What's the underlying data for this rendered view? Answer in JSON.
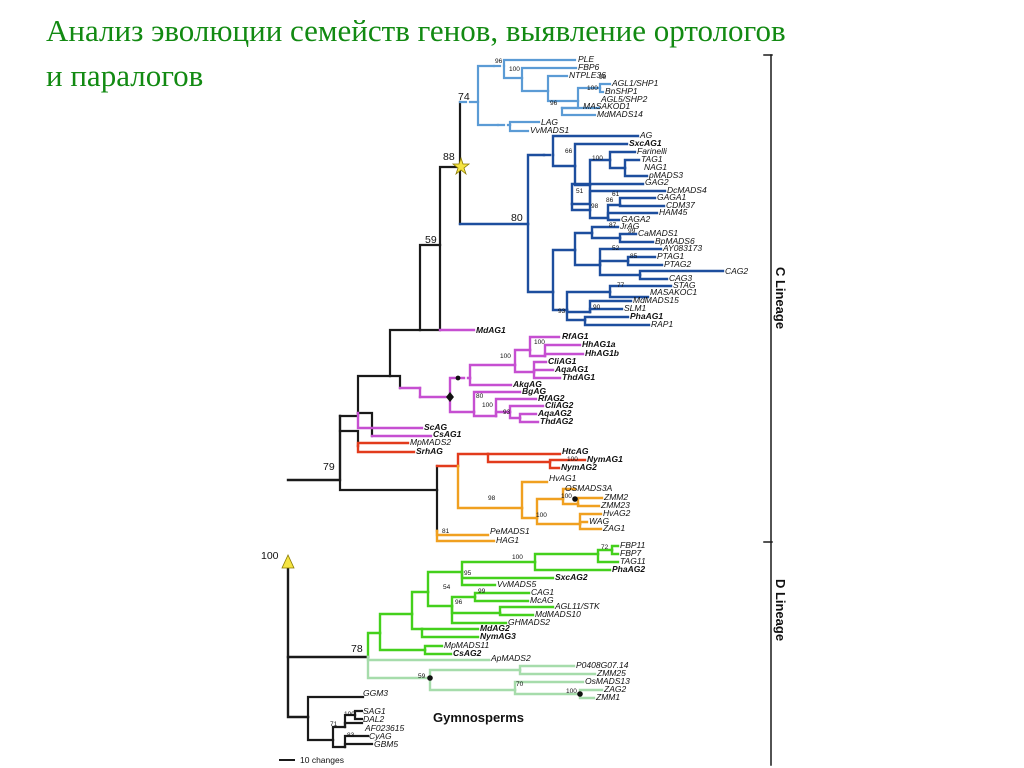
{
  "title": "Анализ эволюции семейств генов, выявление ортологов и паралогов",
  "lineages": {
    "c": "C Lineage",
    "d": "D Lineage"
  },
  "group_label": "Gymnosperms",
  "scale_label": "10 changes",
  "colors": {
    "black": "#1a1a1a",
    "lightblue": "#5b9bd5",
    "darkblue": "#1d4e9e",
    "magenta": "#c64fd1",
    "red": "#e23b1c",
    "orange": "#f0a020",
    "green": "#44d01c",
    "palegreen": "#a6dcab",
    "star": "#f5e442",
    "triangle": "#f5e442"
  },
  "nodes": {
    "n74": "74",
    "n88": "88",
    "n59": "59",
    "n80": "80",
    "n79": "79",
    "n100": "100",
    "n78": "78"
  },
  "supports": [
    "96",
    "100",
    "99",
    "100",
    "96",
    "66",
    "100",
    "51",
    "61",
    "86",
    "98",
    "87",
    "99",
    "52",
    "85",
    "77",
    "90",
    "93",
    "100",
    "100",
    "80",
    "100",
    "93",
    "100",
    "98",
    "100",
    "100",
    "81",
    "72",
    "100",
    "95",
    "54",
    "99",
    "96",
    "59",
    "70",
    "100",
    "100",
    "71",
    "83"
  ],
  "leaves": [
    {
      "id": "ple",
      "t": "PLE",
      "b": false
    },
    {
      "id": "fbp6",
      "t": "FBP6",
      "b": false
    },
    {
      "id": "ntple36",
      "t": "NTPLE36",
      "b": false
    },
    {
      "id": "agl1",
      "t": "AGL1/SHP1",
      "b": false
    },
    {
      "id": "bnshp1",
      "t": "BnSHP1",
      "b": false
    },
    {
      "id": "agl5",
      "t": "AGL5/SHP2",
      "b": false
    },
    {
      "id": "masakod1",
      "t": "MASAKOD1",
      "b": false
    },
    {
      "id": "mdmads14",
      "t": "MdMADS14",
      "b": false
    },
    {
      "id": "lag",
      "t": "LAG",
      "b": false
    },
    {
      "id": "vvmads1",
      "t": "VvMADS1",
      "b": false
    },
    {
      "id": "ag",
      "t": "AG",
      "b": false
    },
    {
      "id": "sxcag1",
      "t": "SxcAG1",
      "b": true
    },
    {
      "id": "farinelli",
      "t": "Farinelli",
      "b": false
    },
    {
      "id": "tag1",
      "t": "TAG1",
      "b": false
    },
    {
      "id": "nag1",
      "t": "NAG1",
      "b": false
    },
    {
      "id": "pmads3",
      "t": "pMADS3",
      "b": false
    },
    {
      "id": "gag2",
      "t": "GAG2",
      "b": false
    },
    {
      "id": "domads4",
      "t": "DcMADS4",
      "b": false
    },
    {
      "id": "gaga1",
      "t": "GAGA1",
      "b": false
    },
    {
      "id": "cdm37",
      "t": "CDM37",
      "b": false
    },
    {
      "id": "ham45",
      "t": "HAM45",
      "b": false
    },
    {
      "id": "gaga2",
      "t": "GAGA2",
      "b": false
    },
    {
      "id": "jrag",
      "t": "JrAG",
      "b": false
    },
    {
      "id": "camads1",
      "t": "CaMADS1",
      "b": false
    },
    {
      "id": "bpmads6",
      "t": "BpMADS6",
      "b": false
    },
    {
      "id": "ay083173",
      "t": "AY083173",
      "b": false
    },
    {
      "id": "ptag1",
      "t": "PTAG1",
      "b": false
    },
    {
      "id": "ptag2",
      "t": "PTAG2",
      "b": false
    },
    {
      "id": "cag2",
      "t": "CAG2",
      "b": false
    },
    {
      "id": "cag3",
      "t": "CAG3",
      "b": false
    },
    {
      "id": "stag",
      "t": "STAG",
      "b": false
    },
    {
      "id": "masakoc1",
      "t": "MASAKOC1",
      "b": false
    },
    {
      "id": "mdmads15",
      "t": "MdMADS15",
      "b": false
    },
    {
      "id": "slm1",
      "t": "SLM1",
      "b": false
    },
    {
      "id": "phaag1",
      "t": "PhaAG1",
      "b": true
    },
    {
      "id": "rap1",
      "t": "RAP1",
      "b": false
    },
    {
      "id": "mdag1",
      "t": "MdAG1",
      "b": true
    },
    {
      "id": "rfag1",
      "t": "RfAG1",
      "b": true
    },
    {
      "id": "hhag1a",
      "t": "HhAG1a",
      "b": true
    },
    {
      "id": "hhag1b",
      "t": "HhAG1b",
      "b": true
    },
    {
      "id": "cliag1",
      "t": "CliAG1",
      "b": true
    },
    {
      "id": "aqaag1",
      "t": "AqaAG1",
      "b": true
    },
    {
      "id": "thdag1",
      "t": "ThdAG1",
      "b": true
    },
    {
      "id": "akqag",
      "t": "AkqAG",
      "b": true
    },
    {
      "id": "bgag",
      "t": "BgAG",
      "b": true
    },
    {
      "id": "rfag2",
      "t": "RfAG2",
      "b": true
    },
    {
      "id": "cliag2",
      "t": "CliAG2",
      "b": true
    },
    {
      "id": "aqaag2",
      "t": "AqaAG2",
      "b": true
    },
    {
      "id": "thdag2",
      "t": "ThdAG2",
      "b": true
    },
    {
      "id": "scag",
      "t": "ScAG",
      "b": true
    },
    {
      "id": "csag1",
      "t": "CsAG1",
      "b": true
    },
    {
      "id": "mpmads2",
      "t": "MpMADS2",
      "b": false
    },
    {
      "id": "srhag",
      "t": "SrhAG",
      "b": true
    },
    {
      "id": "htcag",
      "t": "HtcAG",
      "b": true
    },
    {
      "id": "nymag1",
      "t": "NymAG1",
      "b": true
    },
    {
      "id": "nymag2",
      "t": "NymAG2",
      "b": true
    },
    {
      "id": "hvag1",
      "t": "HvAG1",
      "b": false
    },
    {
      "id": "osmads3a",
      "t": "OSMADS3A",
      "b": false
    },
    {
      "id": "zmm2",
      "t": "ZMM2",
      "b": false
    },
    {
      "id": "zmm23",
      "t": "ZMM23",
      "b": false
    },
    {
      "id": "hvag2",
      "t": "HvAG2",
      "b": false
    },
    {
      "id": "wag",
      "t": "WAG",
      "b": false
    },
    {
      "id": "zag1",
      "t": "ZAG1",
      "b": false
    },
    {
      "id": "pemads1",
      "t": "PeMADS1",
      "b": false
    },
    {
      "id": "hag1",
      "t": "HAG1",
      "b": false
    },
    {
      "id": "fbp11",
      "t": "FBP11",
      "b": false
    },
    {
      "id": "fbp7",
      "t": "FBP7",
      "b": false
    },
    {
      "id": "tag11",
      "t": "TAG11",
      "b": false
    },
    {
      "id": "phaag2",
      "t": "PhaAG2",
      "b": true
    },
    {
      "id": "sxcag2",
      "t": "SxcAG2",
      "b": true
    },
    {
      "id": "vvmads5",
      "t": "VvMADS5",
      "b": false
    },
    {
      "id": "cag1",
      "t": "CAG1",
      "b": false
    },
    {
      "id": "mcag",
      "t": "McAG",
      "b": false
    },
    {
      "id": "agl11",
      "t": "AGL11/STK",
      "b": false
    },
    {
      "id": "mdmads10",
      "t": "MdMADS10",
      "b": false
    },
    {
      "id": "ghmads2",
      "t": "GHMADS2",
      "b": false
    },
    {
      "id": "mdag2",
      "t": "MdAG2",
      "b": true
    },
    {
      "id": "nymag3",
      "t": "NymAG3",
      "b": true
    },
    {
      "id": "mpmads11",
      "t": "MpMADS11",
      "b": false
    },
    {
      "id": "csag2",
      "t": "CsAG2",
      "b": true
    },
    {
      "id": "apmads2",
      "t": "ApMADS2",
      "b": false
    },
    {
      "id": "p0408",
      "t": "P0408G07.14",
      "b": false
    },
    {
      "id": "zmm25",
      "t": "ZMM25",
      "b": false
    },
    {
      "id": "osmads13",
      "t": "OsMADS13",
      "b": false
    },
    {
      "id": "zag2",
      "t": "ZAG2",
      "b": false
    },
    {
      "id": "zmm1",
      "t": "ZMM1",
      "b": false
    },
    {
      "id": "ggm3",
      "t": "GGM3",
      "b": false
    },
    {
      "id": "sag1",
      "t": "SAG1",
      "b": false
    },
    {
      "id": "dal2",
      "t": "DAL2",
      "b": false
    },
    {
      "id": "af023615",
      "t": "AF023615",
      "b": false
    },
    {
      "id": "cyag",
      "t": "CyAG",
      "b": false
    },
    {
      "id": "gbm5",
      "t": "GBM5",
      "b": false
    }
  ]
}
